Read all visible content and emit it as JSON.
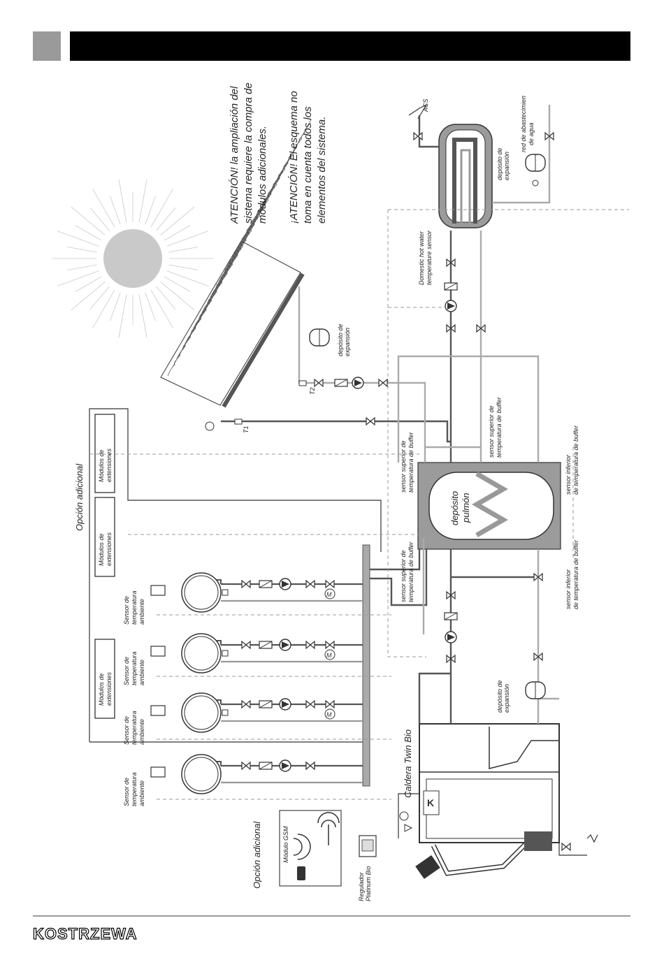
{
  "header": {
    "title": ""
  },
  "warnings": {
    "line1": [
      "ATENCIÓN! la ampliación del",
      "sistema requiere la compra de",
      "módulos adicionales."
    ],
    "line2": [
      "¡ATENCIÓN! El esquema no",
      "toma en cuenta todos los",
      "elementos del sistema."
    ]
  },
  "labels": {
    "opcion_adicional": "Opción adicional",
    "modulos_extensiones": [
      "Módulos de",
      "extensiones"
    ],
    "sensor_ambiente": [
      "Sensor de",
      "temperatura",
      "ambiente"
    ],
    "modulo_gsm": "Módulo GSM",
    "regulador": [
      "Regulador",
      "Platinum Bio"
    ],
    "caldera": "Caldera Twin Bio",
    "deposito_expansion": [
      "depósito de",
      "expansión"
    ],
    "deposito_pulmon": [
      "depósito",
      "pulmón"
    ],
    "sensor_superior": [
      "sensor superior de",
      "temperatura de buffer"
    ],
    "sensor_inferior": [
      "sensor inferior",
      "de temperatura de buffer"
    ],
    "dhw_sensor": [
      "Domestic hot water",
      "temperature sensor"
    ],
    "acs": "ACS",
    "red_agua": [
      "red de abastecimien",
      "de agua"
    ],
    "t1": "T1",
    "t2": "T2"
  },
  "footer": {
    "brand": "KOSTRZEWA"
  },
  "colors": {
    "header_bar": "#000000",
    "corner_square": "#9a9a9a",
    "pipe_dark": "#555555",
    "pipe_light": "#aaaaaa"
  }
}
